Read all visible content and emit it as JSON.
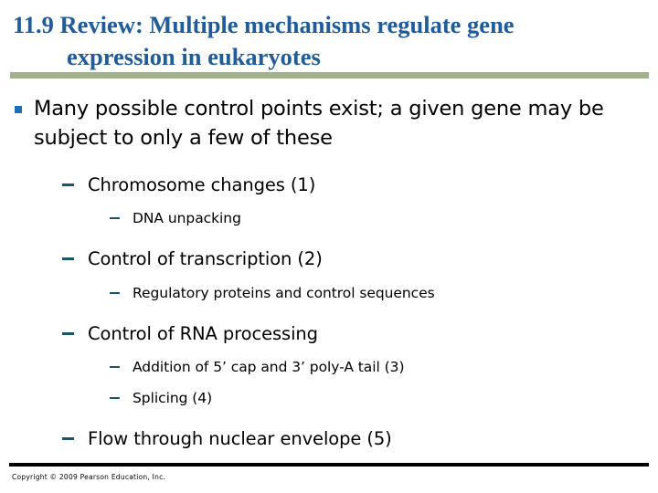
{
  "slide": {
    "title": {
      "line1": "11.9 Review: Multiple mechanisms regulate gene",
      "line2": "expression in eukaryotes",
      "color": "#1F5C99"
    },
    "rule_color": "#A3B08C",
    "bullet_square_color": "#1F6FB2",
    "dash_color": "#1E5566",
    "content": [
      {
        "level": 1,
        "text": "Many possible control points exist; a given gene may be subject to only a few of these"
      },
      {
        "level": 2,
        "text": "Chromosome changes (1)"
      },
      {
        "level": 3,
        "text": "DNA unpacking"
      },
      {
        "level": 2,
        "text": "Control of transcription (2)"
      },
      {
        "level": 3,
        "text": "Regulatory proteins and control sequences"
      },
      {
        "level": 2,
        "text": "Control of RNA processing"
      },
      {
        "level": 3,
        "text": "Addition of 5’ cap and 3’ poly-A tail (3)"
      },
      {
        "level": 3,
        "text": "Splicing (4)"
      },
      {
        "level": 2,
        "text": "Flow through nuclear envelope (5)"
      }
    ],
    "footer": {
      "copyright": "Copyright © 2009 Pearson Education, Inc."
    }
  }
}
